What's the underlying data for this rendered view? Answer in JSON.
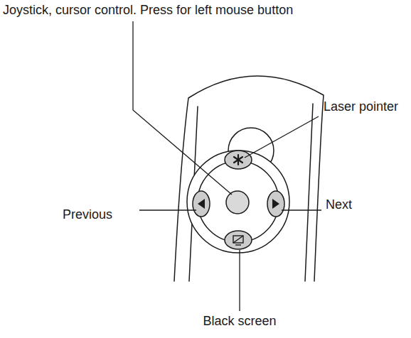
{
  "diagram": {
    "labels": [
      "Joystick, cursor control. Press for left mouse button",
      "Laser pointer",
      "Previous",
      "Next",
      "Black screen"
    ]
  }
}
